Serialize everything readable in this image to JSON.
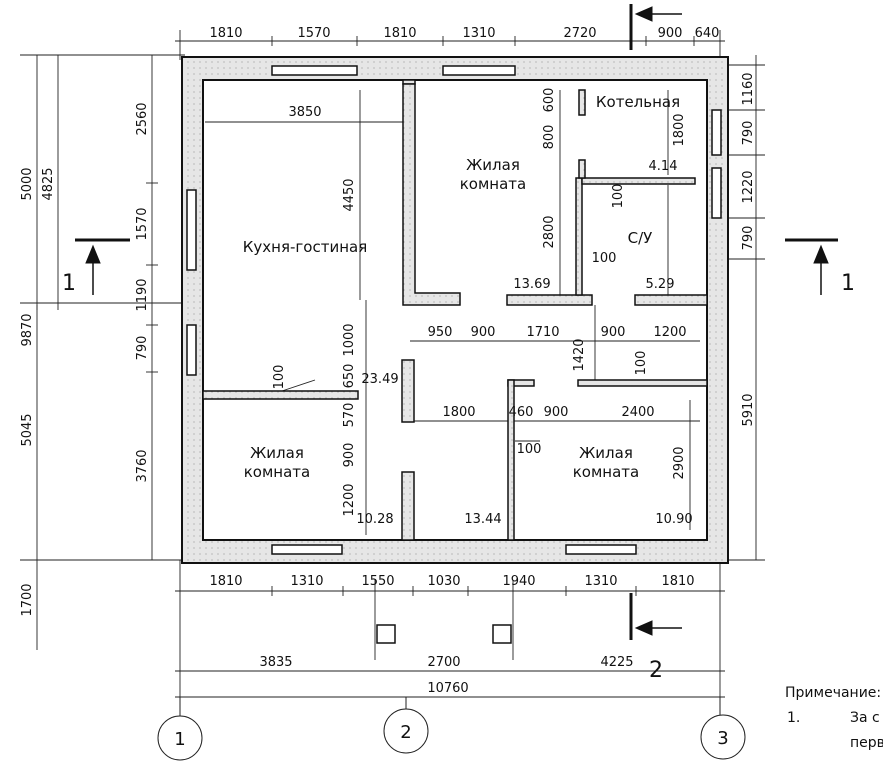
{
  "rooms": [
    {
      "name": "Кухня-гостиная"
    },
    {
      "name": "Жилая\nкомната"
    },
    {
      "name": "Котельная"
    },
    {
      "name": "С/У"
    },
    {
      "name": "Жилая\nкомната"
    },
    {
      "name": "Жилая\nкомната"
    }
  ],
  "areas": [
    "13.69",
    "4.14",
    "5.29",
    "23.49",
    "10.28",
    "13.44",
    "10.90"
  ],
  "dims_top": [
    "1810",
    "1570",
    "1810",
    "1310",
    "2720",
    "900",
    "640"
  ],
  "dims_bottom_1": [
    "1810",
    "1310",
    "1550",
    "1030",
    "1940",
    "1310",
    "1810"
  ],
  "dims_bottom_2": [
    "3835",
    "2700",
    "4225"
  ],
  "dims_total": "10760",
  "dims_left_1": [
    "2560",
    "1570",
    "1190",
    "790",
    "3760"
  ],
  "dims_left_2": [
    "5000",
    "4825"
  ],
  "dims_left_3": [
    "9870",
    "5045",
    "1700"
  ],
  "dims_right": [
    "1160",
    "790",
    "1220",
    "790",
    "5910"
  ],
  "dims_interior": [
    "3850",
    "4450",
    "1000",
    "650",
    "570",
    "900",
    "1200",
    "600",
    "800",
    "1800",
    "2800",
    "100",
    "100",
    "950",
    "900",
    "1710",
    "900",
    "1200",
    "1420",
    "100",
    "100",
    "1800",
    "460",
    "900",
    "2400",
    "100",
    "2900"
  ],
  "axes": [
    "1",
    "2",
    "3"
  ],
  "sections": [
    "1",
    "1",
    "2"
  ],
  "note": {
    "title": "Примечание:",
    "item_number": "1.",
    "line1": "За с",
    "line2": "перв"
  }
}
